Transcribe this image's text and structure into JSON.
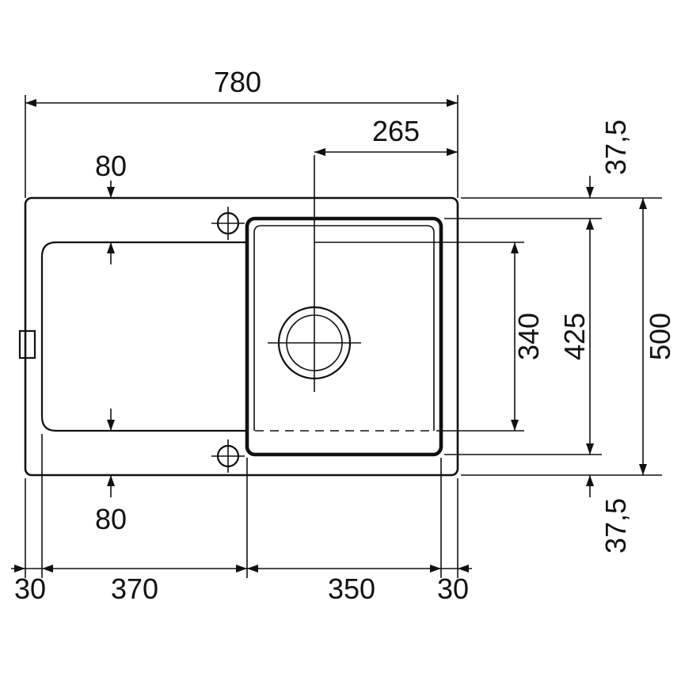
{
  "drawing": {
    "type": "sink-technical-dimension-drawing",
    "units_implied": "mm"
  },
  "dims": {
    "overall_width": "780",
    "drain_center_to_right_edge": "265",
    "edge_to_drainer_top": "80",
    "edge_to_drainer_bottom": "80",
    "top_margin": "37,5",
    "bowl_length": "425",
    "overall_depth": "500",
    "bottom_margin": "37,5",
    "bowl_inner_length": "340",
    "left_margin": "30",
    "drainer_width": "370",
    "bowl_width": "350",
    "right_margin": "30"
  },
  "colors": {
    "line": "#111111",
    "background": "#ffffff"
  }
}
